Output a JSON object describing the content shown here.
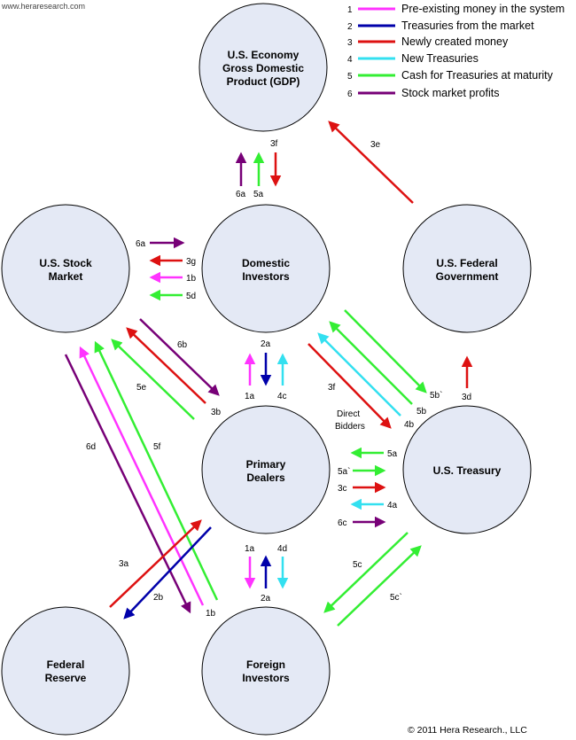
{
  "source_url": "www.heraresearch.com",
  "copyright": "© 2011 Hera Research., LLC",
  "legend": [
    {
      "num": "1",
      "text": "Pre-existing money in the system",
      "color": "#ff33ff"
    },
    {
      "num": "2",
      "text": "Treasuries from the market",
      "color": "#0000aa"
    },
    {
      "num": "3",
      "text": "Newly created money",
      "color": "#dd1111"
    },
    {
      "num": "4",
      "text": "New Treasuries",
      "color": "#33e0f0"
    },
    {
      "num": "5",
      "text": "Cash for Treasuries at maturity",
      "color": "#33ee33"
    },
    {
      "num": "6",
      "text": "Stock market profits",
      "color": "#770077"
    }
  ],
  "nodes": {
    "gdp": [
      "U.S. Economy",
      "Gross Domestic",
      "Product (GDP)"
    ],
    "stock": [
      "U.S. Stock",
      "Market"
    ],
    "domestic": [
      "Domestic",
      "Investors"
    ],
    "government": [
      "U.S. Federal",
      "Government"
    ],
    "dealers": [
      "Primary",
      "Dealers"
    ],
    "treasury": [
      "U.S. Treasury"
    ],
    "reserve": [
      "Federal",
      "Reserve"
    ],
    "foreign": [
      "Foreign",
      "Investors"
    ]
  },
  "labels": {
    "l3f_top": "3f",
    "l6a_top": "6a",
    "l5a_top": "5a",
    "l3e": "3e",
    "l6a": "6a",
    "l3g": "3g",
    "l1b": "1b",
    "l5d": "5d",
    "l6b": "6b",
    "l5e": "5e",
    "l3b": "3b",
    "l2a_mid": "2a",
    "l1a_mid": "1a",
    "l4c": "4c",
    "l3f_mid": "3f",
    "direct_bidders_1": "Direct",
    "direct_bidders_2": "Bidders",
    "l5b_prime": "5b`",
    "l5b": "5b",
    "l4b": "4b",
    "l3d": "3d",
    "l5a": "5a",
    "l5a_prime": "5a`",
    "l3c": "3c",
    "l4a": "4a",
    "l6c": "6c",
    "l6d": "6d",
    "l5f": "5f",
    "l1a_bot": "1a",
    "l4d": "4d",
    "l2a_bot": "2a",
    "l3a": "3a",
    "l2b": "2b",
    "l1b_bot": "1b",
    "l5c": "5c",
    "l5c_prime": "5c`"
  }
}
